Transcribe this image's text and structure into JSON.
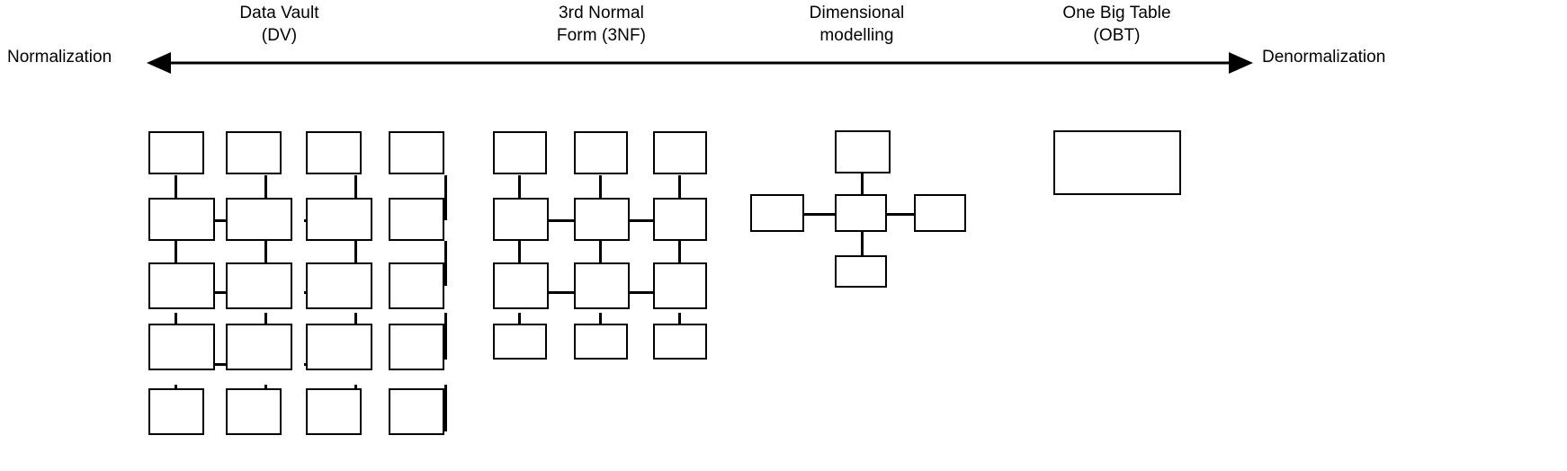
{
  "diagram": {
    "title_visible": false,
    "axis": {
      "left_label": "Normalization",
      "right_label": "Denormalization",
      "arrow_style": "double-headed",
      "color": "#000000"
    },
    "stages": [
      {
        "id": "dv",
        "label": "Data Vault\n(DV)"
      },
      {
        "id": "3nf",
        "label": "3rd Normal\nForm (3NF)"
      },
      {
        "id": "dim",
        "label": "Dimensional\nmodelling"
      },
      {
        "id": "obt",
        "label": "One Big Table\n(OBT)"
      }
    ],
    "schematics": {
      "dv": {
        "pattern": "grid-mesh",
        "rows": 5,
        "columns": 4,
        "box_count": 20
      },
      "3nf": {
        "pattern": "grid-mesh",
        "rows": 4,
        "columns": 3,
        "box_count": 12
      },
      "dim": {
        "pattern": "star-schema",
        "box_count": 5,
        "center_boxes": 1,
        "satellite_boxes": 4
      },
      "obt": {
        "pattern": "single-table",
        "box_count": 1
      }
    }
  }
}
